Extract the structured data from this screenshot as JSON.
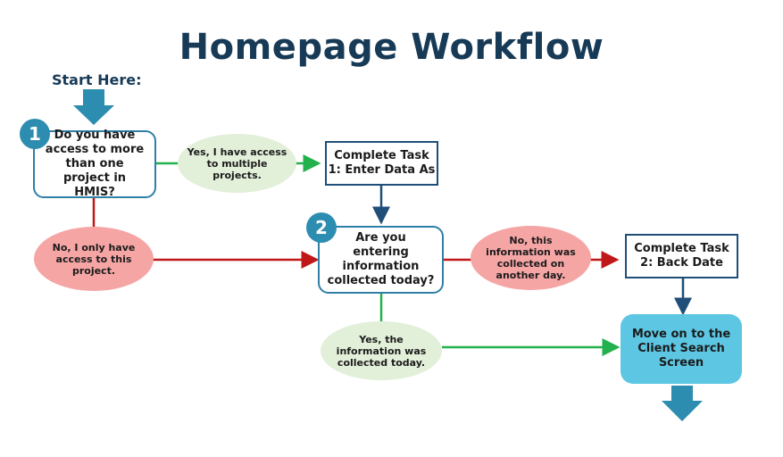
{
  "title": "Homepage Workflow",
  "start_label": "Start Here:",
  "question1": {
    "number": "1",
    "text": "Do you have access to more than one project in HMIS?"
  },
  "answer_yes_multiple": "Yes, I have access to multiple projects.",
  "answer_no_only": "No, I only have access to this project.",
  "task1": "Complete Task 1: Enter Data As",
  "question2": {
    "number": "2",
    "text": "Are you entering information collected today?"
  },
  "answer_no_other_day": "No, this information was collected on another day.",
  "task2": "Complete Task 2: Back Date",
  "answer_yes_today": "Yes, the information was collected today.",
  "final_step": "Move on to the Client Search Screen",
  "colors": {
    "title": "#173a57",
    "teal": "#2c8db0",
    "green_line": "#22b14c",
    "red_line": "#c01818",
    "navy": "#1f4e79"
  }
}
